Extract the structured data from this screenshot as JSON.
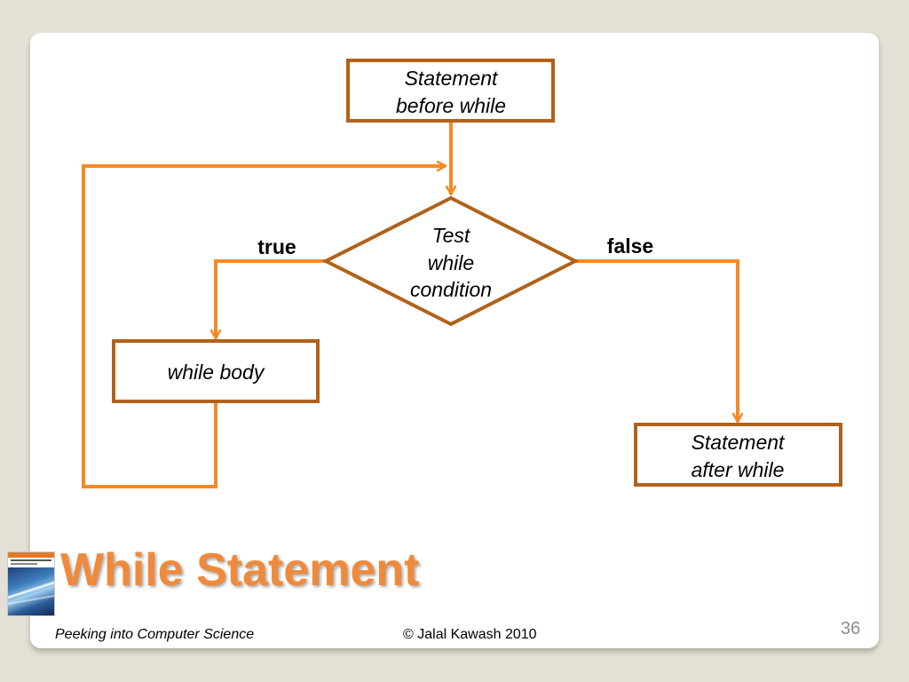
{
  "diagram": {
    "nodes": {
      "before": {
        "lines": [
          "Statement",
          "before while"
        ]
      },
      "test": {
        "lines": [
          "Test",
          "while",
          "condition"
        ]
      },
      "body": {
        "lines": [
          "while body"
        ]
      },
      "after": {
        "lines": [
          "Statement",
          "after while"
        ]
      }
    },
    "edges": {
      "true_label": "true",
      "false_label": "false"
    },
    "colors": {
      "node_border": "#b0621a",
      "arrow": "#f58a24"
    }
  },
  "slide": {
    "title": "While Statement",
    "footer_left": "Peeking into Computer Science",
    "footer_center": "© Jalal Kawash 2010",
    "page_number": "36",
    "title_color": "#f08a3a"
  }
}
